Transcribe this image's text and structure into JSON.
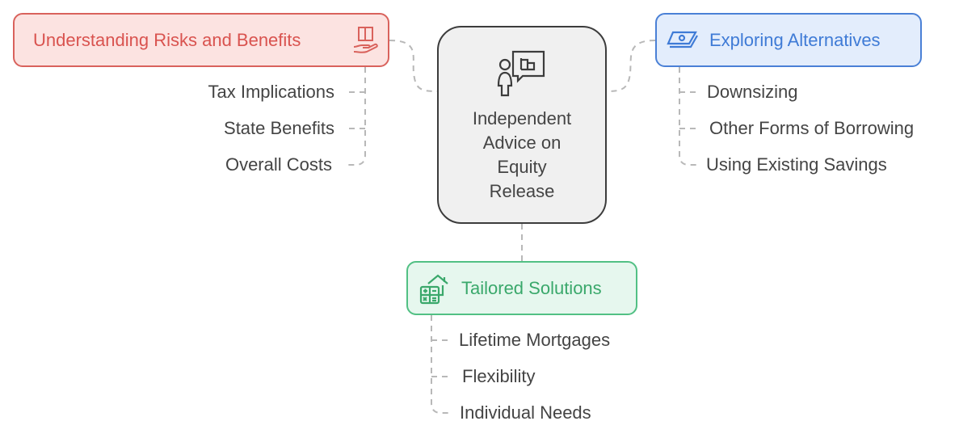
{
  "center": {
    "title": "Independent Advice on Equity Release",
    "lines": [
      "Independent",
      "Advice on",
      "Equity",
      "Release"
    ]
  },
  "risks": {
    "title": "Understanding Risks and Benefits",
    "items": [
      "Tax Implications",
      "State Benefits",
      "Overall Costs"
    ],
    "color": "#d9534f"
  },
  "alternatives": {
    "title": "Exploring Alternatives",
    "items": [
      "Downsizing",
      "Other Forms of Borrowing",
      "Using Existing Savings"
    ],
    "color": "#3f7bd6"
  },
  "solutions": {
    "title": "Tailored Solutions",
    "items": [
      "Lifetime Mortgages",
      "Flexibility",
      "Individual Needs"
    ],
    "color": "#3aa86b"
  }
}
